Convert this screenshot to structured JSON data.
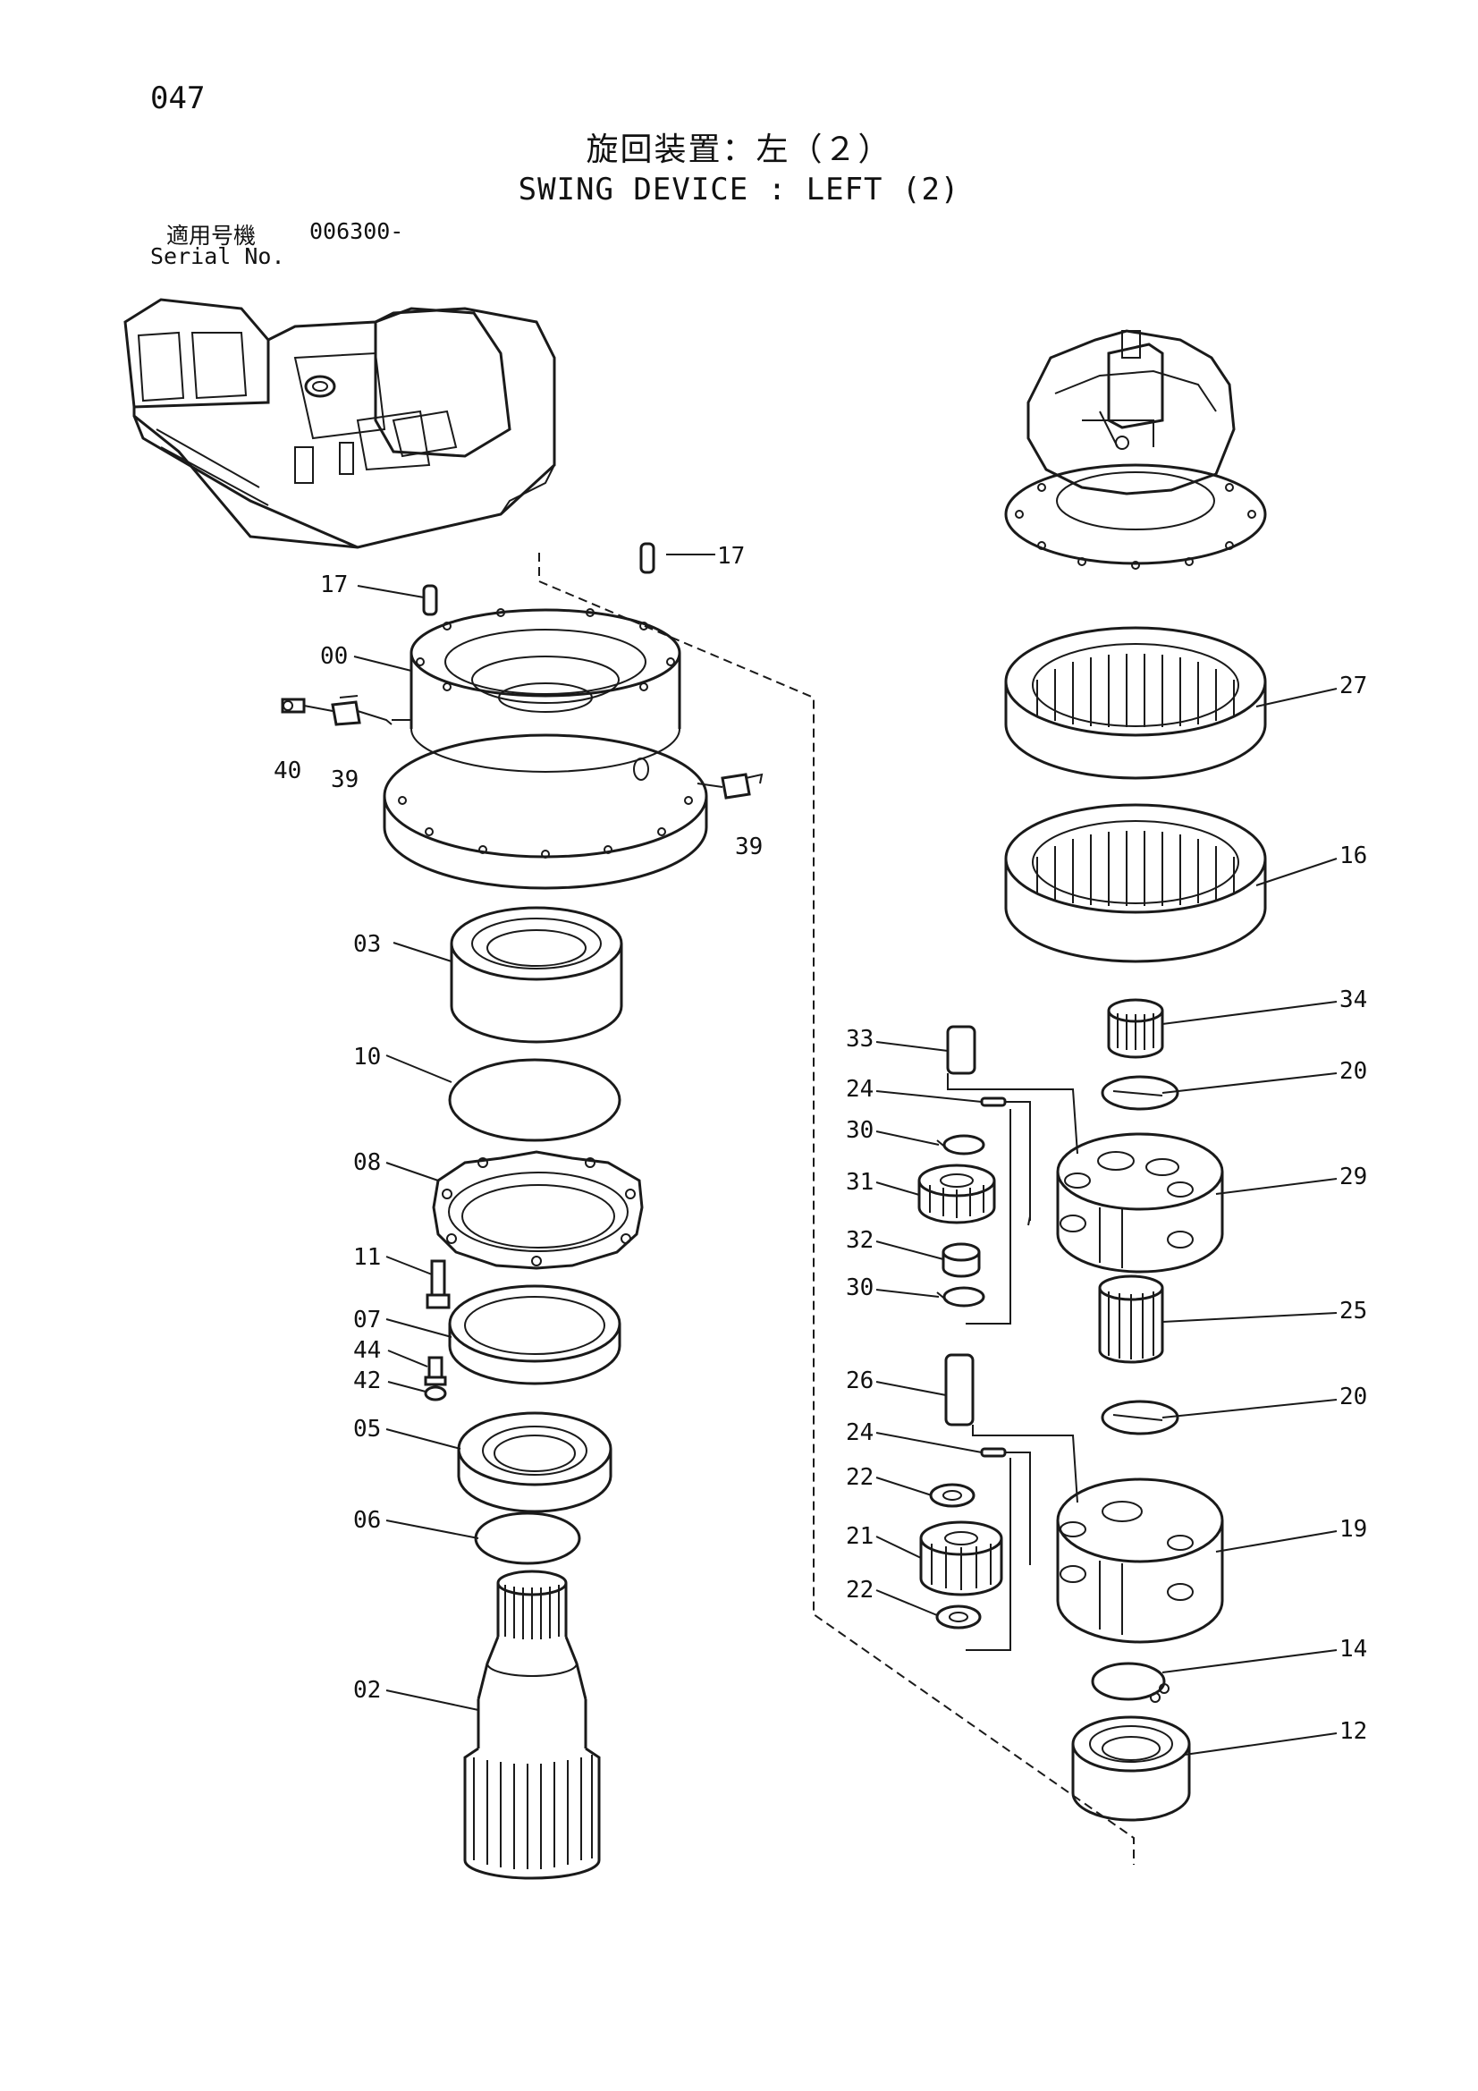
{
  "page_number": "047",
  "title_jp": "旋回装置：左（２）",
  "title_en": "SWING DEVICE : LEFT (2)",
  "serial": {
    "label_jp": "適用号機",
    "value": "006300-",
    "label_en": "Serial No."
  },
  "callouts": {
    "p17a": "17",
    "p17b": "17",
    "p00": "00",
    "p40": "40",
    "p39a": "39",
    "p39b": "39",
    "p03": "03",
    "p10": "10",
    "p08": "08",
    "p11": "11",
    "p07": "07",
    "p44": "44",
    "p42": "42",
    "p05": "05",
    "p06": "06",
    "p02": "02",
    "p27": "27",
    "p16": "16",
    "p34": "34",
    "p33": "33",
    "p20a": "20",
    "p24a": "24",
    "p30a": "30",
    "p29": "29",
    "p31": "31",
    "p32": "32",
    "p30b": "30",
    "p25": "25",
    "p26": "26",
    "p20b": "20",
    "p24b": "24",
    "p22a": "22",
    "p19": "19",
    "p21": "21",
    "p22b": "22",
    "p14": "14",
    "p12": "12"
  }
}
